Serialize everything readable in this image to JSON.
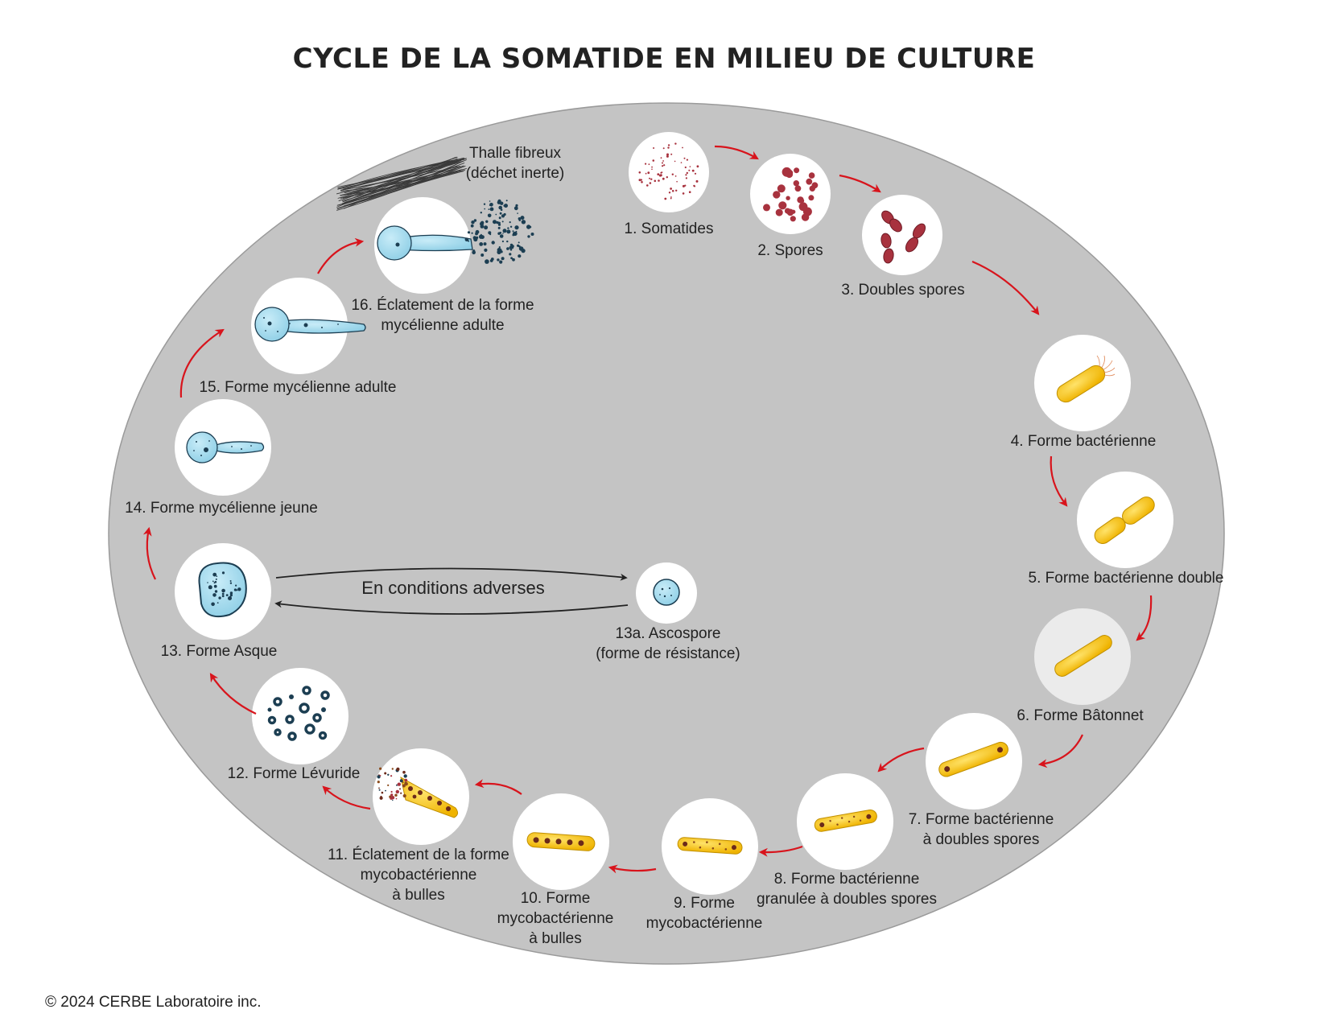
{
  "title": "CYCLE DE LA SOMATIDE EN MILIEU DE CULTURE",
  "copyright": "© 2024 CERBE Laboratoire inc.",
  "adverse_label": "En conditions adverses",
  "thalle": {
    "line1": "Thalle fibreux",
    "line2": "(déchet inerte)"
  },
  "stages": [
    {
      "id": "s1",
      "lines": [
        "1. Somatides"
      ]
    },
    {
      "id": "s2",
      "lines": [
        "2. Spores"
      ]
    },
    {
      "id": "s3",
      "lines": [
        "3. Doubles spores"
      ]
    },
    {
      "id": "s4",
      "lines": [
        "4. Forme bactérienne"
      ]
    },
    {
      "id": "s5",
      "lines": [
        "5. Forme bactérienne double"
      ]
    },
    {
      "id": "s6",
      "lines": [
        "6. Forme Bâtonnet"
      ]
    },
    {
      "id": "s7",
      "lines": [
        "7. Forme bactérienne",
        "à doubles spores"
      ]
    },
    {
      "id": "s8",
      "lines": [
        "8. Forme bactérienne",
        "granulée à doubles spores"
      ]
    },
    {
      "id": "s9",
      "lines": [
        "9. Forme",
        "mycobactérienne"
      ]
    },
    {
      "id": "s10",
      "lines": [
        "10. Forme",
        "mycobactérienne",
        "à bulles"
      ]
    },
    {
      "id": "s11",
      "lines": [
        "11. Éclatement de la forme",
        "mycobactérienne",
        "à bulles"
      ]
    },
    {
      "id": "s12",
      "lines": [
        "12. Forme Lévuride"
      ]
    },
    {
      "id": "s13",
      "lines": [
        "13. Forme Asque"
      ]
    },
    {
      "id": "s13a",
      "lines": [
        "13a. Ascospore",
        "(forme de résistance)"
      ]
    },
    {
      "id": "s14",
      "lines": [
        "14. Forme mycélienne jeune"
      ]
    },
    {
      "id": "s15",
      "lines": [
        "15. Forme mycélienne adulte"
      ]
    },
    {
      "id": "s16",
      "lines": [
        "16. Éclatement de la forme",
        "mycélienne adulte"
      ]
    }
  ],
  "colors": {
    "background": "#ffffff",
    "ellipse": "#c4c4c4",
    "arrow_red": "#d8141c",
    "arrow_dark": "#222222",
    "spore_red": "#a8323e",
    "bacteria_yellow": "#f3c317",
    "mycelium_blue": "#a9dcee",
    "dark_blue": "#1c3e52"
  }
}
